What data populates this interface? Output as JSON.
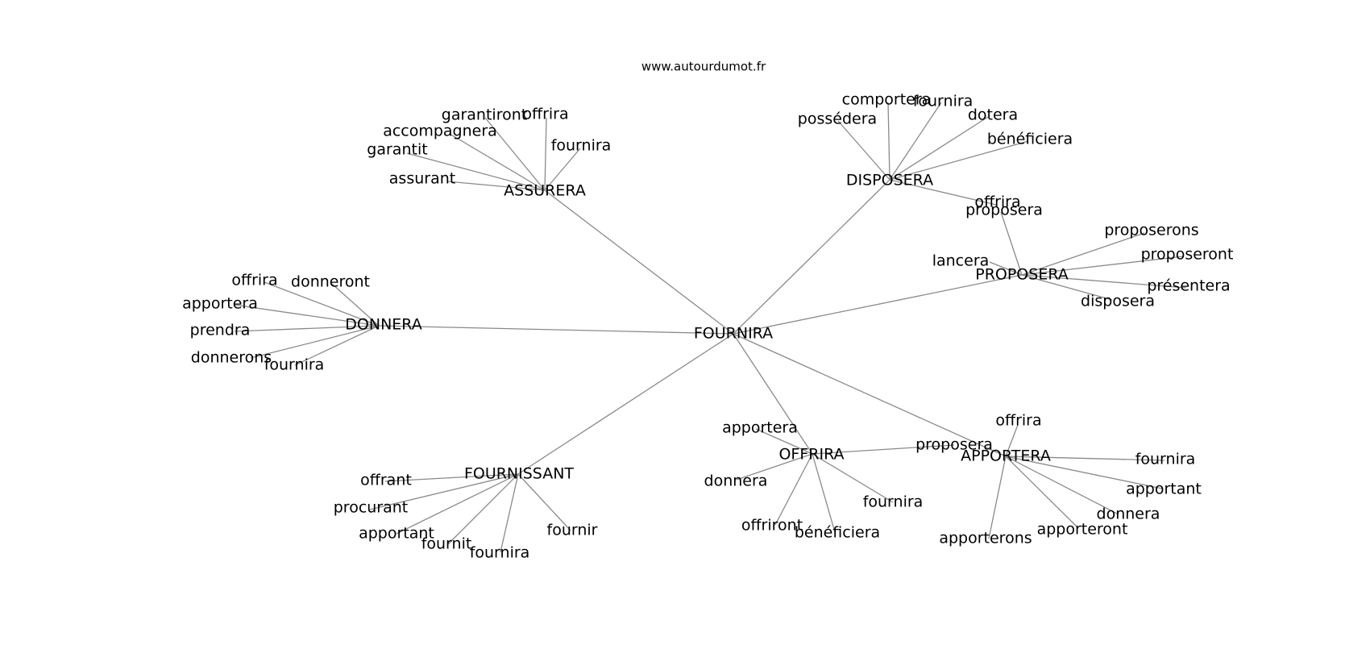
{
  "source_label": "www.autourdumot.fr",
  "root": "FOURNIRA",
  "clusters": [
    {
      "hub": "ASSURERA",
      "words": [
        "assurant",
        "garantit",
        "accompagnera",
        "garantiront",
        "offrira",
        "fournira"
      ]
    },
    {
      "hub": "DISPOSERA",
      "words": [
        "possédera",
        "comportera",
        "fournira",
        "dotera",
        "bénéficiera",
        "offrira"
      ]
    },
    {
      "hub": "PROPOSERA",
      "words": [
        "proposera",
        "lancera",
        "proposerons",
        "proposeront",
        "présentera",
        "disposera"
      ]
    },
    {
      "hub": "DONNERA",
      "words": [
        "offrira",
        "donneront",
        "apportera",
        "prendra",
        "donnerons",
        "fournira"
      ]
    },
    {
      "hub": "FOURNISSANT",
      "words": [
        "offrant",
        "procurant",
        "apportant",
        "fournit",
        "fournira",
        "fournir"
      ]
    },
    {
      "hub": "OFFRIRA",
      "words": [
        "apportera",
        "donnera",
        "offriront",
        "bénéficiera",
        "fournira",
        "proposera"
      ]
    },
    {
      "hub": "APPORTERA",
      "words": [
        "offrira",
        "fournira",
        "apportant",
        "donnera",
        "apporteront",
        "apporterons"
      ]
    }
  ]
}
